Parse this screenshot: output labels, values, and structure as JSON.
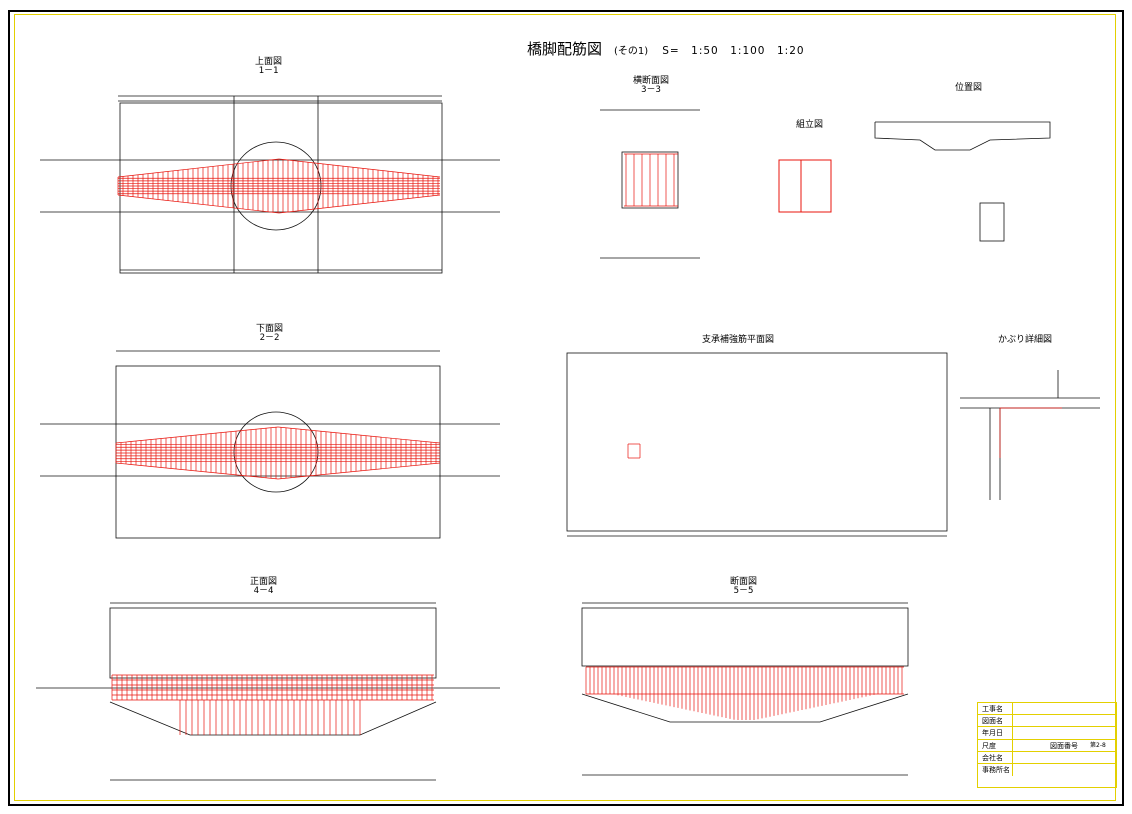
{
  "drawing": {
    "title": "橋脚配筋図",
    "subtitle": "(その1)",
    "scale": "S=　1:50　1:100　1:20"
  },
  "views": {
    "plan_top": {
      "title": "上面図",
      "section": "1－1"
    },
    "cross_section": {
      "title": "横断面図",
      "section": "3－3"
    },
    "assembly": {
      "title": "組立図"
    },
    "position": {
      "title": "位置図"
    },
    "plan_bottom": {
      "title": "下面図",
      "section": "2－2"
    },
    "bearing_plan": {
      "title": "支承補強筋平面図"
    },
    "hook_detail": {
      "title": "かぶり詳細図"
    },
    "front": {
      "title": "正面図",
      "section": "4－4"
    },
    "section5": {
      "title": "断面図",
      "section": "5－5"
    }
  },
  "title_block": {
    "rows": [
      {
        "label": "工事名"
      },
      {
        "label": "図面名"
      },
      {
        "label": "年月日"
      },
      {
        "label": "尺度",
        "label2": "図面番号",
        "value2": "第2-8"
      },
      {
        "label": "会社名"
      },
      {
        "label": "事務所名"
      }
    ]
  },
  "colors": {
    "rebar": "#e8140c",
    "frame": "#000000",
    "border": "#e3d000",
    "line": "#111111"
  }
}
